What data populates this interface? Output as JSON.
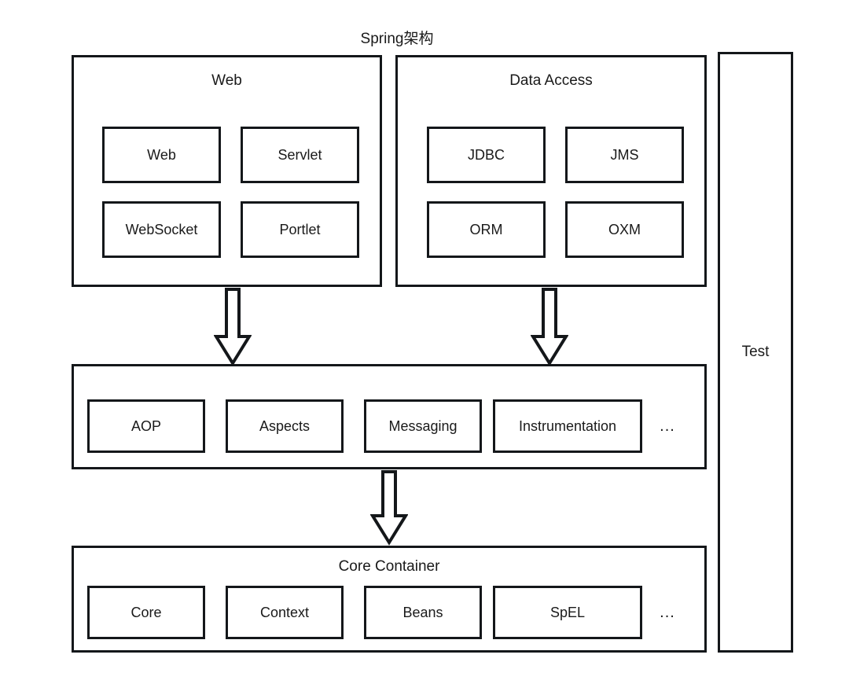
{
  "diagram": {
    "title": "Spring架构",
    "stroke_color": "#14171a",
    "background_color": "#ffffff",
    "text_color": "#1a1a1a",
    "ellipsis": "..."
  },
  "layers": {
    "web": {
      "title": "Web",
      "modules": [
        {
          "label": "Web"
        },
        {
          "label": "Servlet"
        },
        {
          "label": "WebSocket"
        },
        {
          "label": "Portlet"
        }
      ]
    },
    "data_access": {
      "title": "Data Access",
      "modules": [
        {
          "label": "JDBC"
        },
        {
          "label": "JMS"
        },
        {
          "label": "ORM"
        },
        {
          "label": "OXM"
        }
      ]
    },
    "aop": {
      "title": "",
      "modules": [
        {
          "label": "AOP"
        },
        {
          "label": "Aspects"
        },
        {
          "label": "Messaging"
        },
        {
          "label": "Instrumentation"
        }
      ],
      "more": "..."
    },
    "core_container": {
      "title": "Core Container",
      "modules": [
        {
          "label": "Core"
        },
        {
          "label": "Context"
        },
        {
          "label": "Beans"
        },
        {
          "label": "SpEL"
        }
      ],
      "more": "..."
    },
    "test": {
      "title": "Test"
    }
  },
  "arrows": [
    {
      "name": "web-to-aop",
      "direction": "down"
    },
    {
      "name": "data-access-to-aop",
      "direction": "down"
    },
    {
      "name": "aop-to-core-container",
      "direction": "down"
    }
  ]
}
